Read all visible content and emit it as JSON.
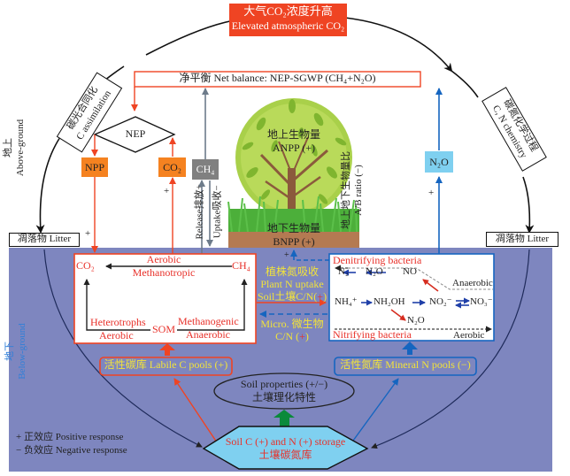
{
  "colors": {
    "below_ground_bg": "#7e86bf",
    "carbon_red": "#ef4423",
    "orange": "#f58220",
    "nitrogen_blue": "#1565c0",
    "n2o_box": "#7fd0f0",
    "ch4_box": "#808080",
    "green_arrow": "#0a8a3a",
    "storage_fill": "#7fd0f0",
    "yellow_text": "#f2e33a"
  },
  "top": {
    "elevated_co2_cn": "大气CO₂浓度升高",
    "elevated_co2_en": "Elevated atmospheric CO₂"
  },
  "net_balance": "净平衡 Net balance: NEP-SGWP (CH₄+N₂O)",
  "left_labels": {
    "c_assimilation_cn": "碳光合同化",
    "c_assimilation_en": "C assimilation",
    "above_ground_cn": "地上",
    "above_ground_en": "Above-ground",
    "below_ground_cn": "地下",
    "below_ground_en": "Below-ground"
  },
  "right_labels": {
    "cn_chemistry_cn": "碳氮化学过程",
    "cn_chemistry_en": "C, N chemistry"
  },
  "litter_left": "凋落物 Litter",
  "litter_right": "凋落物 Litter",
  "nep": "NEP",
  "npp": "NPP",
  "co2_box": "CO₂",
  "ch4_box": "CH₄",
  "n2o_box": "N₂O",
  "signs": {
    "plus_co2": "+",
    "plus_litter": "+",
    "plus_n2o": "+",
    "plus_plant": "+"
  },
  "methane_flux": {
    "release": "Release排放+",
    "uptake": "Uptake吸收−"
  },
  "tree": {
    "anpp_cn": "地上生物量",
    "anpp_en": "ANPP (+)",
    "bnpp_cn": "地下生物量",
    "bnpp_en": "BNPP (+)",
    "ab_ratio_cn": "地上地下生物量比",
    "ab_ratio_en": "A/B ratio (−)"
  },
  "carbon_box": {
    "co2": "CO₂",
    "ch4": "CH₄",
    "aerobic_top": "Aerobic",
    "methanotropic": "Methanotropic",
    "heterotrophs": "Heterotrophs",
    "aerobic_bottom": "Aerobic",
    "som": "SOM",
    "methanogenic": "Methanogenic",
    "anaerobic": "Anaerobic"
  },
  "middle": {
    "plant_n_cn": "植株氮吸收",
    "plant_n_en": "Plant N uptake",
    "soil_cn_prefix": "Soil土壤C/N(",
    "soil_cn_sign": "+",
    "soil_cn_suffix": ")",
    "micro_cn": "Micro. 微生物",
    "micro_cn_prefix": "C/N (",
    "micro_cn_sign": "+",
    "micro_cn_suffix": ")"
  },
  "nitrogen_box": {
    "denitrifying": "Denitrifying bacteria",
    "n2": "N₂",
    "n2o_a": "N₂O",
    "no": "NO",
    "anaerobic": "Anaerobic",
    "nh4": "NH₄⁺",
    "nh2oh": "NH₂OH",
    "no2": "NO₂⁻",
    "no3": "NO₃⁻",
    "n2o_b": "N₂O",
    "nitrifying": "Nitrifying bacteria",
    "aerobic": "Aerobic"
  },
  "labile_c": "活性碳库 Labile C pools (+)",
  "mineral_n": "活性氮库 Mineral N pools (−)",
  "soil_properties_en": "Soil properties (+/−)",
  "soil_properties_cn": "土壤理化特性",
  "storage_en": "Soil C (+) and N (+) storage",
  "storage_cn": "土壤碳氮库",
  "legend": {
    "positive": "+ 正效应 Positive response",
    "negative": "− 负效应 Negative response"
  }
}
